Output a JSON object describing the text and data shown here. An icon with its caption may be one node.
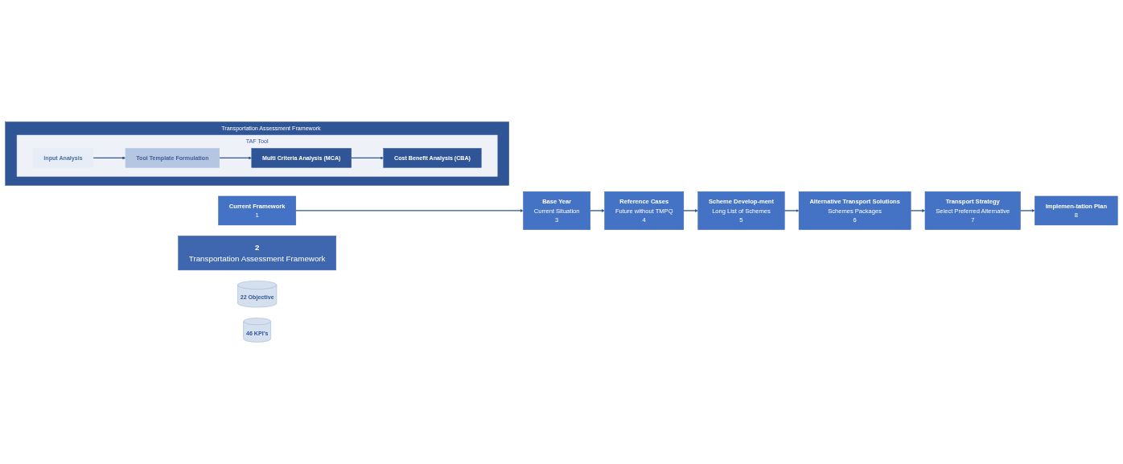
{
  "diagram": {
    "nodes": [
      {
        "text": [
          "Current Framework",
          "1"
        ]
      },
      {
        "text": [
          "Base Year",
          "Current Situation",
          "3"
        ]
      },
      {
        "text": [
          "Reference Cases",
          "Future without TMPQ",
          "4"
        ]
      },
      {
        "text": [
          "Scheme Develop-ment",
          "Long List of Schemes",
          "5"
        ]
      },
      {
        "text": [
          "Alternative Transport Solutions",
          "Schemes Packages",
          "6"
        ]
      },
      {
        "text": [
          "Transport Strategy",
          "Select Preferred Alternative",
          "7"
        ]
      },
      {
        "text": [
          "Implemen-tation Plan",
          "8"
        ]
      },
      {
        "text": [
          "2",
          "Transportation Assessment Framework"
        ]
      },
      {
        "text": [
          "22 Objective"
        ]
      },
      {
        "text": [
          "Transportation Assessment Framework"
        ]
      },
      {
        "text": [
          "TAF Tool"
        ],
        "in": 9
      },
      {
        "text": [
          "Input Analysis"
        ],
        "in": 10
      },
      {
        "text": [
          "Tool Template Formulation"
        ],
        "in": 10
      },
      {
        "text": [
          "Multi Criteria Analysis (MCA)"
        ],
        "in": 10
      },
      {
        "text": [
          "Cost Benefit Analysis (CBA)"
        ],
        "in": 10
      },
      {
        "text": [
          "46 KPI’s"
        ]
      }
    ],
    "edges": [
      {
        "from": 0,
        "to": 1,
        "arrow": "to"
      },
      {
        "from": 1,
        "to": 2,
        "arrow": "to"
      },
      {
        "from": 2,
        "to": 3,
        "arrow": "to"
      },
      {
        "from": 3,
        "to": 4,
        "arrow": "to"
      },
      {
        "from": 4,
        "to": 5,
        "arrow": "to"
      },
      {
        "from": 5,
        "to": 6,
        "arrow": "to"
      },
      {
        "from": 11,
        "to": 12,
        "arrow": "to"
      },
      {
        "from": 12,
        "to": 13,
        "arrow": "to"
      },
      {
        "from": 13,
        "to": 14,
        "arrow": "to"
      }
    ]
  }
}
